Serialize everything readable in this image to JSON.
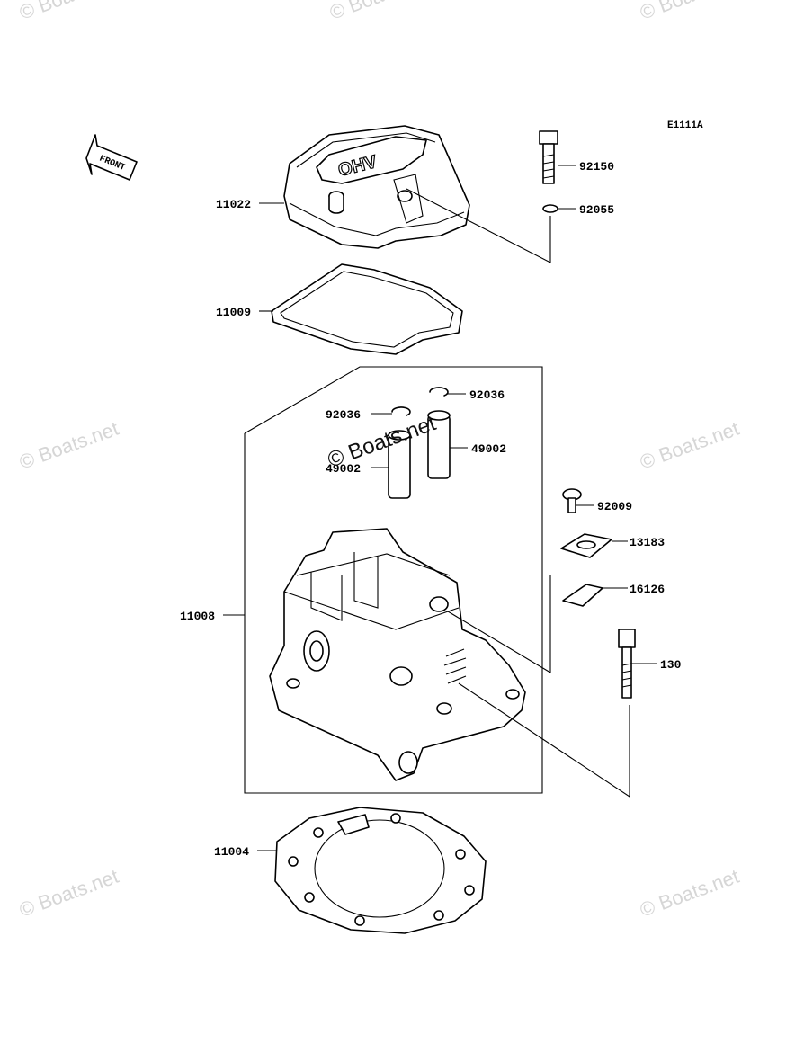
{
  "diagram": {
    "code": "E1111A",
    "front_label": "FRONT",
    "ohv_label": "OHV",
    "watermark_text": "© Boats.net",
    "parts": [
      {
        "id": "11022",
        "label": "11022"
      },
      {
        "id": "11009",
        "label": "11009"
      },
      {
        "id": "11008",
        "label": "11008"
      },
      {
        "id": "11004",
        "label": "11004"
      },
      {
        "id": "92150",
        "label": "92150"
      },
      {
        "id": "92055",
        "label": "92055"
      },
      {
        "id": "92036a",
        "label": "92036"
      },
      {
        "id": "92036b",
        "label": "92036"
      },
      {
        "id": "49002a",
        "label": "49002"
      },
      {
        "id": "49002b",
        "label": "49002"
      },
      {
        "id": "92009",
        "label": "92009"
      },
      {
        "id": "13183",
        "label": "13183"
      },
      {
        "id": "16126",
        "label": "16126"
      },
      {
        "id": "130",
        "label": "130"
      }
    ]
  }
}
